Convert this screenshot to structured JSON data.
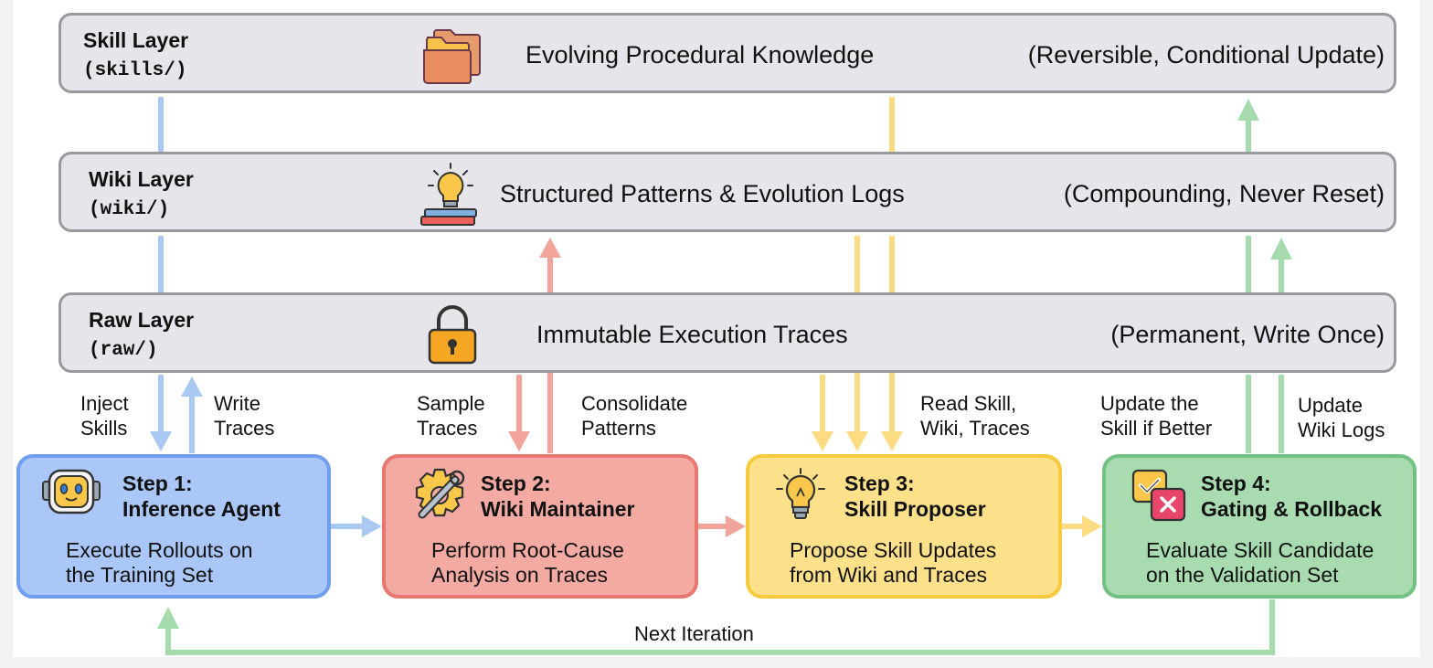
{
  "colors": {
    "blue": "#aac7f7",
    "blue_border": "#6f9df0",
    "blue_arrow": "#a9c8f2",
    "red": "#f3aaa3",
    "red_border": "#e8776f",
    "red_arrow": "#f2a39b",
    "yellow": "#fde08a",
    "yellow_border": "#f6c93e",
    "yellow_arrow": "#fbdc83",
    "green": "#a9dbb1",
    "green_border": "#72c182",
    "green_arrow": "#a6dbad",
    "layer_fill": "#e6e6ea",
    "layer_border": "#9a9a9e"
  },
  "layers": {
    "skill": {
      "title": "Skill Layer",
      "path": "(skills/)",
      "icon": "folder-icon",
      "description": "Evolving Procedural Knowledge",
      "property": "(Reversible, Conditional Update)"
    },
    "wiki": {
      "title": "Wiki Layer",
      "path": "(wiki/)",
      "icon": "lightbulb-book-icon",
      "description": "Structured Patterns & Evolution Logs",
      "property": "(Compounding, Never Reset)"
    },
    "raw": {
      "title": "Raw Layer",
      "path": "(raw/)",
      "icon": "padlock-icon",
      "description": "Immutable Execution Traces",
      "property": "(Permanent, Write Once)"
    }
  },
  "steps": [
    {
      "step": "Step 1:",
      "name": "Inference Agent",
      "icon": "robot-icon",
      "line1": "Execute Rollouts on",
      "line2": "the Training Set"
    },
    {
      "step": "Step 2:",
      "name": "Wiki Maintainer",
      "icon": "gear-wrench-icon",
      "line1": "Perform Root-Cause",
      "line2": "Analysis on Traces"
    },
    {
      "step": "Step 3:",
      "name": "Skill Proposer",
      "icon": "lightbulb-icon",
      "line1": "Propose Skill Updates",
      "line2": "from Wiki and Traces"
    },
    {
      "step": "Step 4:",
      "name": "Gating & Rollback",
      "icon": "check-cross-icon",
      "line1": "Evaluate Skill Candidate",
      "line2": "on the Validation Set"
    }
  ],
  "edge_labels": {
    "inject": [
      "Inject",
      "Skills"
    ],
    "write": [
      "Write",
      "Traces"
    ],
    "sample": [
      "Sample",
      "Traces"
    ],
    "consolidate": [
      "Consolidate",
      "Patterns"
    ],
    "read": [
      "Read Skill,",
      "Wiki, Traces"
    ],
    "update_skill": [
      "Update the",
      "Skill if Better"
    ],
    "update_wiki": [
      "Update",
      "Wiki Logs"
    ],
    "next": "Next Iteration"
  }
}
